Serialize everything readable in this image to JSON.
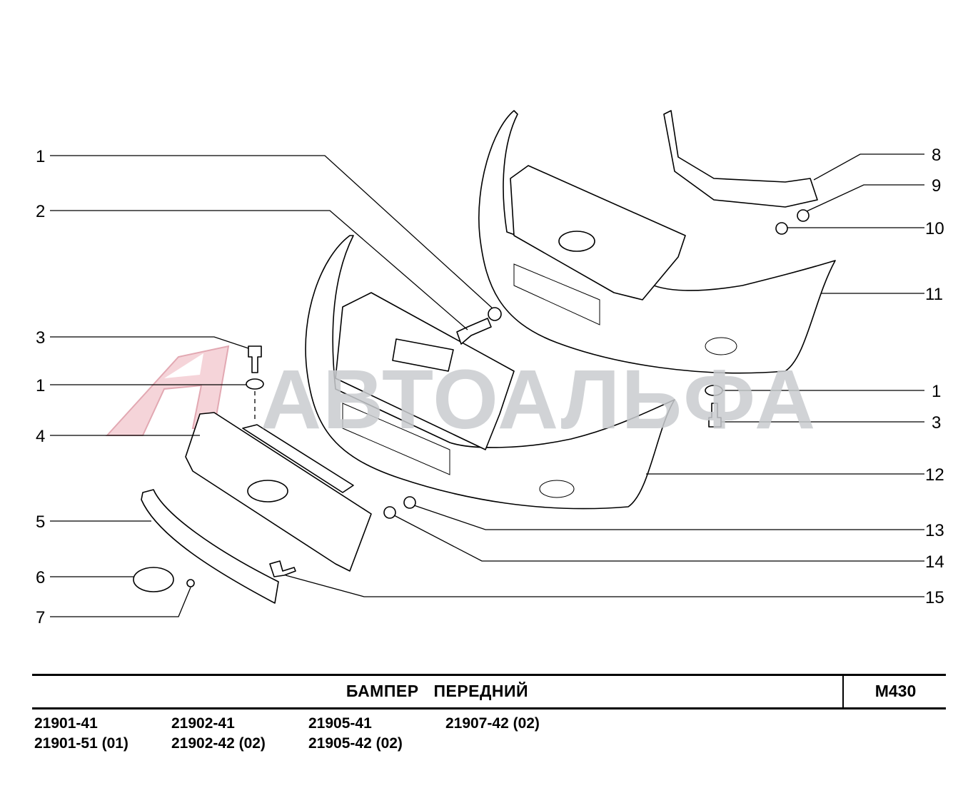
{
  "diagram": {
    "title": "БАМПЕР   ПЕРЕДНИЙ",
    "code": "M430",
    "watermark": "АВТОАЛЬФА",
    "callouts_left": [
      "1",
      "2",
      "3",
      "1",
      "4",
      "5",
      "6",
      "7"
    ],
    "callouts_right": [
      "8",
      "9",
      "10",
      "11",
      "1",
      "3",
      "12",
      "13",
      "14",
      "15"
    ],
    "models": [
      [
        "21901-41",
        "21901-51 (01)"
      ],
      [
        "21902-41",
        "21902-42 (02)"
      ],
      [
        "21905-41",
        "21905-42 (02)"
      ],
      [
        "21907-42 (02)"
      ]
    ],
    "colors": {
      "watermark_text": "#c9cccf",
      "watermark_logo": "#e8a0a8",
      "line": "#000000"
    }
  }
}
